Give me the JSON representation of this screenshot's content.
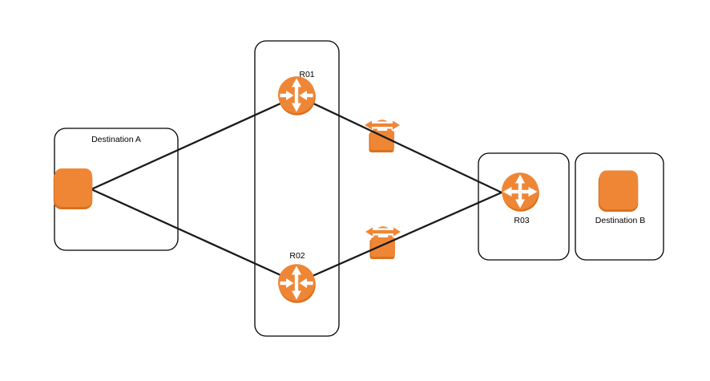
{
  "diagram": {
    "nodes": {
      "destination_a": {
        "label": "Destination A",
        "icon": "endpoint-square-icon"
      },
      "r01": {
        "label": "R01",
        "icon": "router-icon"
      },
      "r02": {
        "label": "R02",
        "icon": "router-icon"
      },
      "r03": {
        "label": "R03",
        "icon": "router-icon"
      },
      "destination_b": {
        "label": "Destination B",
        "icon": "endpoint-square-icon"
      }
    },
    "links": [
      {
        "from": "Destination A",
        "to": "R01"
      },
      {
        "from": "Destination A",
        "to": "R02"
      },
      {
        "from": "R01",
        "to": "R03",
        "via_icon": "tunnel-lock-icon"
      },
      {
        "from": "R02",
        "to": "R03",
        "via_icon": "tunnel-lock-icon"
      }
    ],
    "colors": {
      "accent": "#EF8636",
      "accent_dark": "#D9711F",
      "line": "#1A1A1A",
      "border": "#000000",
      "background": "#FFFFFF"
    }
  }
}
